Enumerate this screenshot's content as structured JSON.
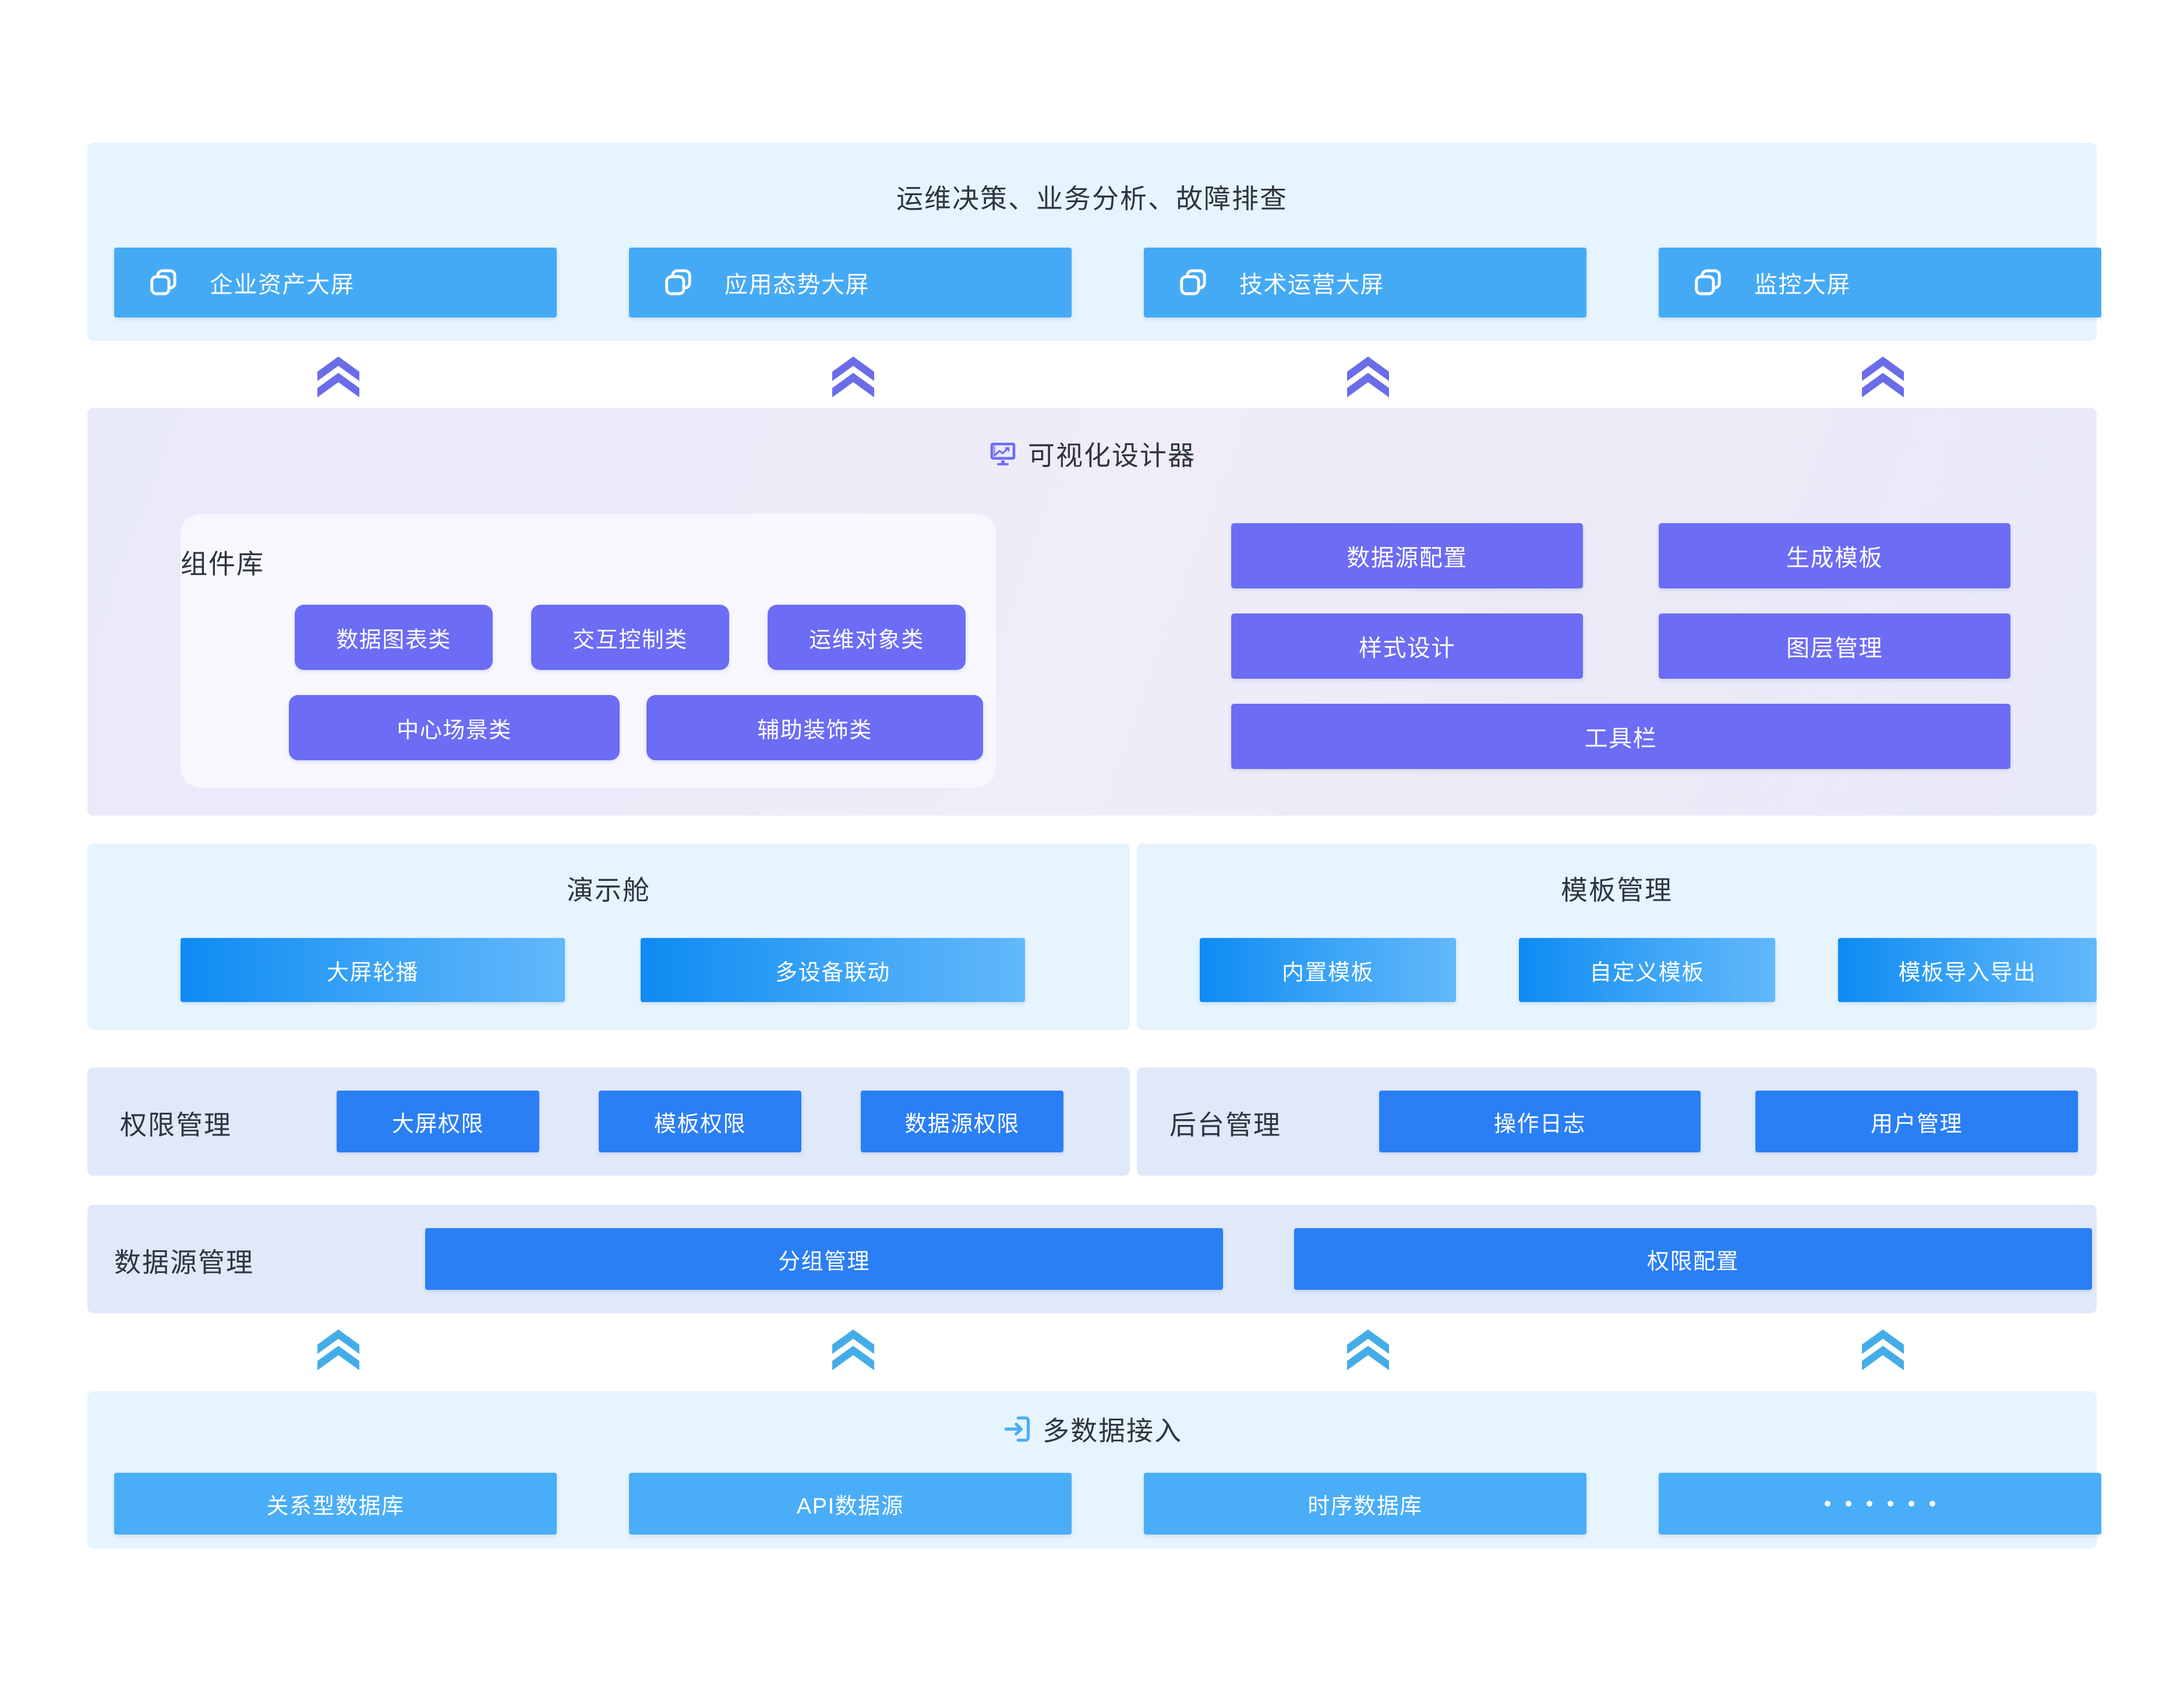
{
  "top_section": {
    "title": "运维决策、业务分析、故障排查",
    "background": "#e6f4fd",
    "button_color": "#45aaf5",
    "buttons": [
      {
        "label": "企业资产大屏",
        "icon": "layers-icon"
      },
      {
        "label": "应用态势大屏",
        "icon": "layers-icon"
      },
      {
        "label": "技术运营大屏",
        "icon": "layers-icon"
      },
      {
        "label": "监控大屏",
        "icon": "layers-icon"
      }
    ]
  },
  "upper_arrows": {
    "icon": "double-chevron-up-icon",
    "color": "#6b6ce8",
    "count": 4
  },
  "designer_section": {
    "title": "可视化设计器",
    "icon": "monitor-chart-icon",
    "icon_color": "#6c6cf5",
    "component_library": {
      "title": "组件库",
      "card_background": "#f7f7fd",
      "chip_color": "#6c6cf5",
      "row1": [
        "数据图表类",
        "交互控制类",
        "运维对象类"
      ],
      "row2": [
        "中心场景类",
        "辅助装饰类"
      ]
    },
    "tools": {
      "color": "#6c6cf5",
      "row1": [
        "数据源配置",
        "生成模板"
      ],
      "row2": [
        "样式设计",
        "图层管理"
      ],
      "wide": "工具栏"
    }
  },
  "presentation_section": {
    "title": "演示舱",
    "background": "#e6f4fd",
    "buttons": [
      "大屏轮播",
      "多设备联动"
    ]
  },
  "template_section": {
    "title": "模板管理",
    "background": "#e6f4fd",
    "buttons": [
      "内置模板",
      "自定义模板",
      "模板导入导出"
    ]
  },
  "permission_section": {
    "title": "权限管理",
    "background": "#e0e9f9",
    "button_color": "#2b7ff5",
    "buttons": [
      "大屏权限",
      "模板权限",
      "数据源权限"
    ]
  },
  "backend_section": {
    "title": "后台管理",
    "background": "#e0e9f9",
    "button_color": "#2b7ff5",
    "buttons": [
      "操作日志",
      "用户管理"
    ]
  },
  "datasource_mgmt_section": {
    "title": "数据源管理",
    "background": "#e0e9f9",
    "button_color": "#2b7ff5",
    "buttons": [
      "分组管理",
      "权限配置"
    ]
  },
  "lower_arrows": {
    "icon": "double-chevron-up-icon",
    "color": "#44ade8",
    "count": 4
  },
  "data_access_section": {
    "title": "多数据接入",
    "icon": "import-arrow-icon",
    "icon_color": "#4aadf7",
    "background": "#e6f4fd",
    "button_color": "#4aadf7",
    "buttons": [
      {
        "label": "关系型数据库",
        "type": "text"
      },
      {
        "label": "API数据源",
        "type": "text"
      },
      {
        "label": "时序数据库",
        "type": "text"
      },
      {
        "label": "",
        "type": "dots",
        "dot_count": 6
      }
    ]
  }
}
